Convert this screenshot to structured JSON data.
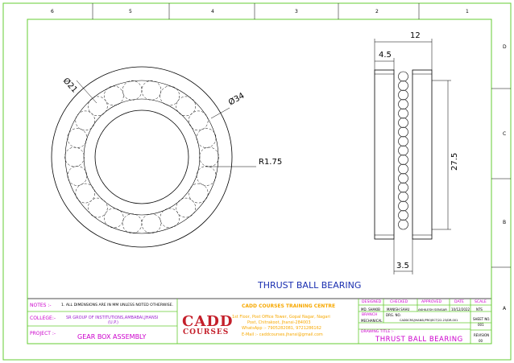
{
  "zones_top": [
    "6",
    "5",
    "4",
    "3",
    "2",
    "1"
  ],
  "zones_right": [
    "D",
    "C",
    "B",
    "A"
  ],
  "drawing_title": "THRUST BALL BEARING",
  "dims": {
    "d_inner_ball": "Ø21",
    "d_outer": "Ø34",
    "fillet": "R1.75",
    "width": "12",
    "race": "4.5",
    "height": "27.5",
    "ball_gap": "3.5"
  },
  "notes": {
    "label": "NOTES :-",
    "text": "1. ALL DIMENSIONS ARE IN MM UNLESS NOTED OTHERWISE."
  },
  "college": {
    "label": "COLLEGE:-",
    "line1": "SR GROUP OF INSTITUTIONS,AMBABAI,JHANSI",
    "line2": "(U.P.)"
  },
  "project": {
    "label": "PROJECT :-",
    "value": "GEAR BOX ASSEMBLY"
  },
  "logo": {
    "line1": "CADD",
    "line2": "COURSES"
  },
  "centre": {
    "name": "CADD COURSES TRAINING CENTRE",
    "addr1": "1st Floor, Post Office Tower, Gopal Nagar, Nagari",
    "addr2": "Post, Chitrakoot, Jhansi-284003",
    "phone": "WhatsApp :- 7905282081, 9721286162",
    "email": "E-Mail :- caddcourses.jhansi@gmail.com"
  },
  "titleblock": {
    "designed_label": "DESIGNED",
    "designed_val": "MD. SHAKIB",
    "checked_label": "CHECKED",
    "checked_val": "MANISH SAHU",
    "approved_label": "APPROVED",
    "approved_val": "AKHILESH SENGAR",
    "date_label": "DATE",
    "date_val": "10/12/2022",
    "scale_label": "SCALE",
    "scale_val": "NTS",
    "branch_label": "BRANCH",
    "branch_val": "MECHANICAL",
    "drgno_label": "DRG. NO.",
    "drgno_val": "CADDCRS/JHANSI/PROJECT/22-23/DR-001",
    "sheet_label": "SHEET NO.",
    "sheet_val": "001",
    "title_label": "DRAWING TITLE :-",
    "title_val": "THRUST BALL BEARING",
    "rev_label": "REVISION",
    "rev_val": "00"
  }
}
